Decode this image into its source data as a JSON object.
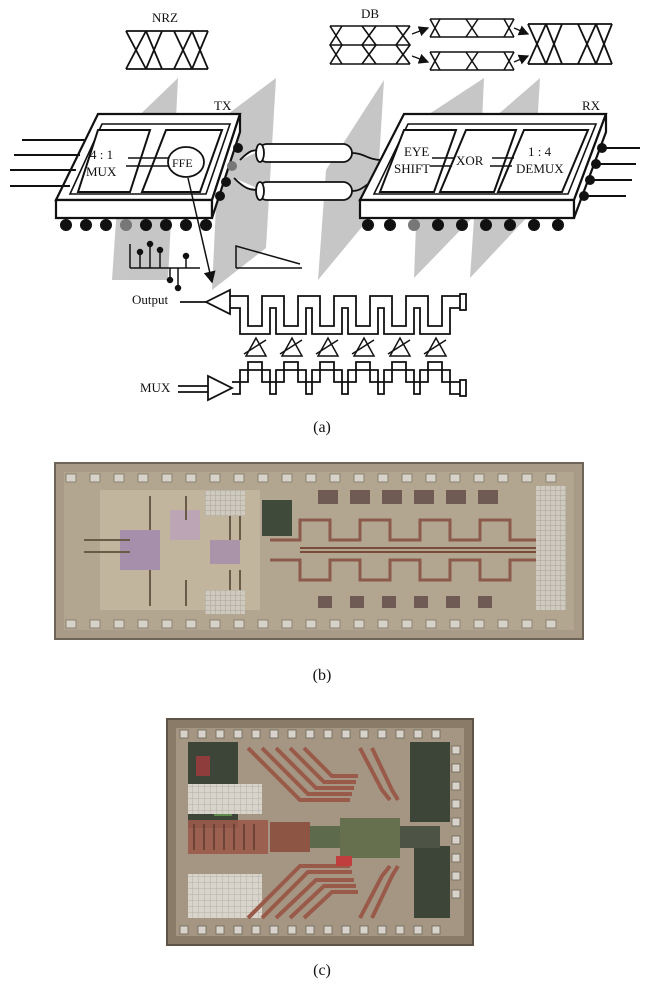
{
  "diagram": {
    "nrz_label": "NRZ",
    "db_label": "DB",
    "tx_label": "TX",
    "rx_label": "RX",
    "mux_ratio": "4 : 1",
    "mux_label": "MUX",
    "ffe_label": "FFE",
    "eye_label": "EYE",
    "shift_label": "SHIFT",
    "xor_label": "XOR",
    "demux_ratio": "1 : 4",
    "demux_label": "DEMUX",
    "output_label": "Output",
    "mux_input_label": "MUX"
  },
  "captions": {
    "a": "(a)",
    "b": "(b)",
    "c": "(c)"
  },
  "colors": {
    "shade": "#bfbfbf",
    "die_b_base": "#a89a86",
    "die_c_base": "#8a7a68",
    "trace": "#9a5a4a"
  }
}
